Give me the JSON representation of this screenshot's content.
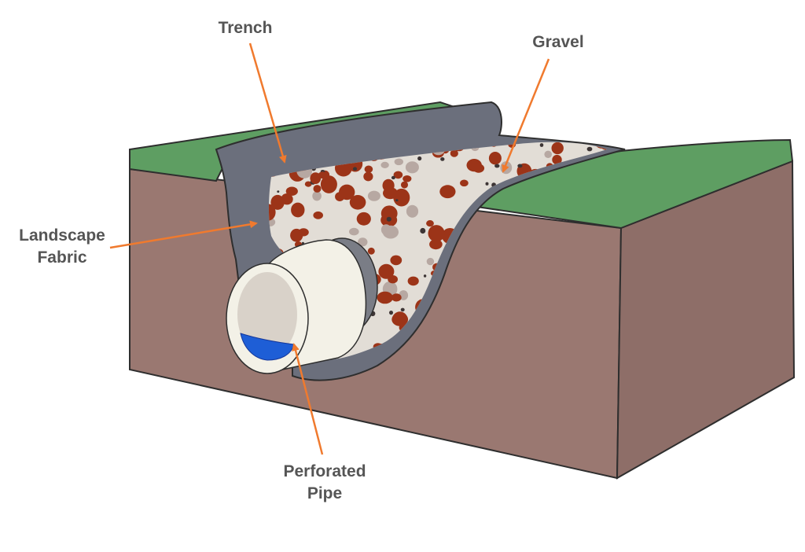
{
  "labels": {
    "trench": {
      "lines": [
        "Trench"
      ]
    },
    "gravel": {
      "lines": [
        "Gravel"
      ]
    },
    "landscape_fabric": {
      "lines": [
        "Landscape",
        "Fabric"
      ]
    },
    "perforated_pipe": {
      "lines": [
        "Perforated",
        "Pipe"
      ]
    }
  },
  "colors": {
    "grass": "#5e9e62",
    "soil": "#9a7871",
    "soil_side": "#8e6e68",
    "fabric": "#6b6f7c",
    "gravel_bg": "#e2ddd6",
    "stone_red": "#9c3418",
    "stone_gray": "#b7a8a2",
    "stone_dark": "#3d3535",
    "pipe": "#f3f1e7",
    "pipe_inner": "#d9d2c9",
    "water": "#1e5ed6",
    "arrow": "#f07a2e",
    "outline": "#2e2e2e"
  }
}
